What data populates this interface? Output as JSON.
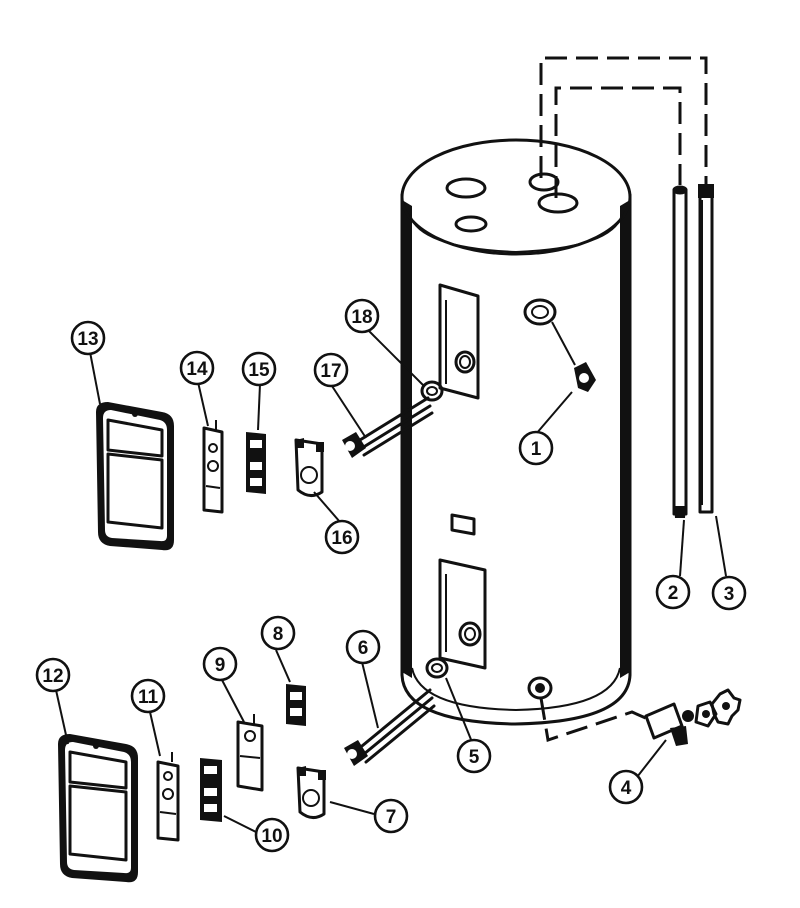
{
  "parts": [
    {
      "id": "p1",
      "label": "1"
    },
    {
      "id": "p2",
      "label": "2"
    },
    {
      "id": "p3",
      "label": "3"
    },
    {
      "id": "p4",
      "label": "4"
    },
    {
      "id": "p5",
      "label": "5"
    },
    {
      "id": "p6",
      "label": "6"
    },
    {
      "id": "p7",
      "label": "7"
    },
    {
      "id": "p8",
      "label": "8"
    },
    {
      "id": "p9",
      "label": "9"
    },
    {
      "id": "p10",
      "label": "10"
    },
    {
      "id": "p11",
      "label": "11"
    },
    {
      "id": "p12",
      "label": "12"
    },
    {
      "id": "p13",
      "label": "13"
    },
    {
      "id": "p14",
      "label": "14"
    },
    {
      "id": "p15",
      "label": "15"
    },
    {
      "id": "p16",
      "label": "16"
    },
    {
      "id": "p17",
      "label": "17"
    },
    {
      "id": "p18",
      "label": "18"
    }
  ]
}
